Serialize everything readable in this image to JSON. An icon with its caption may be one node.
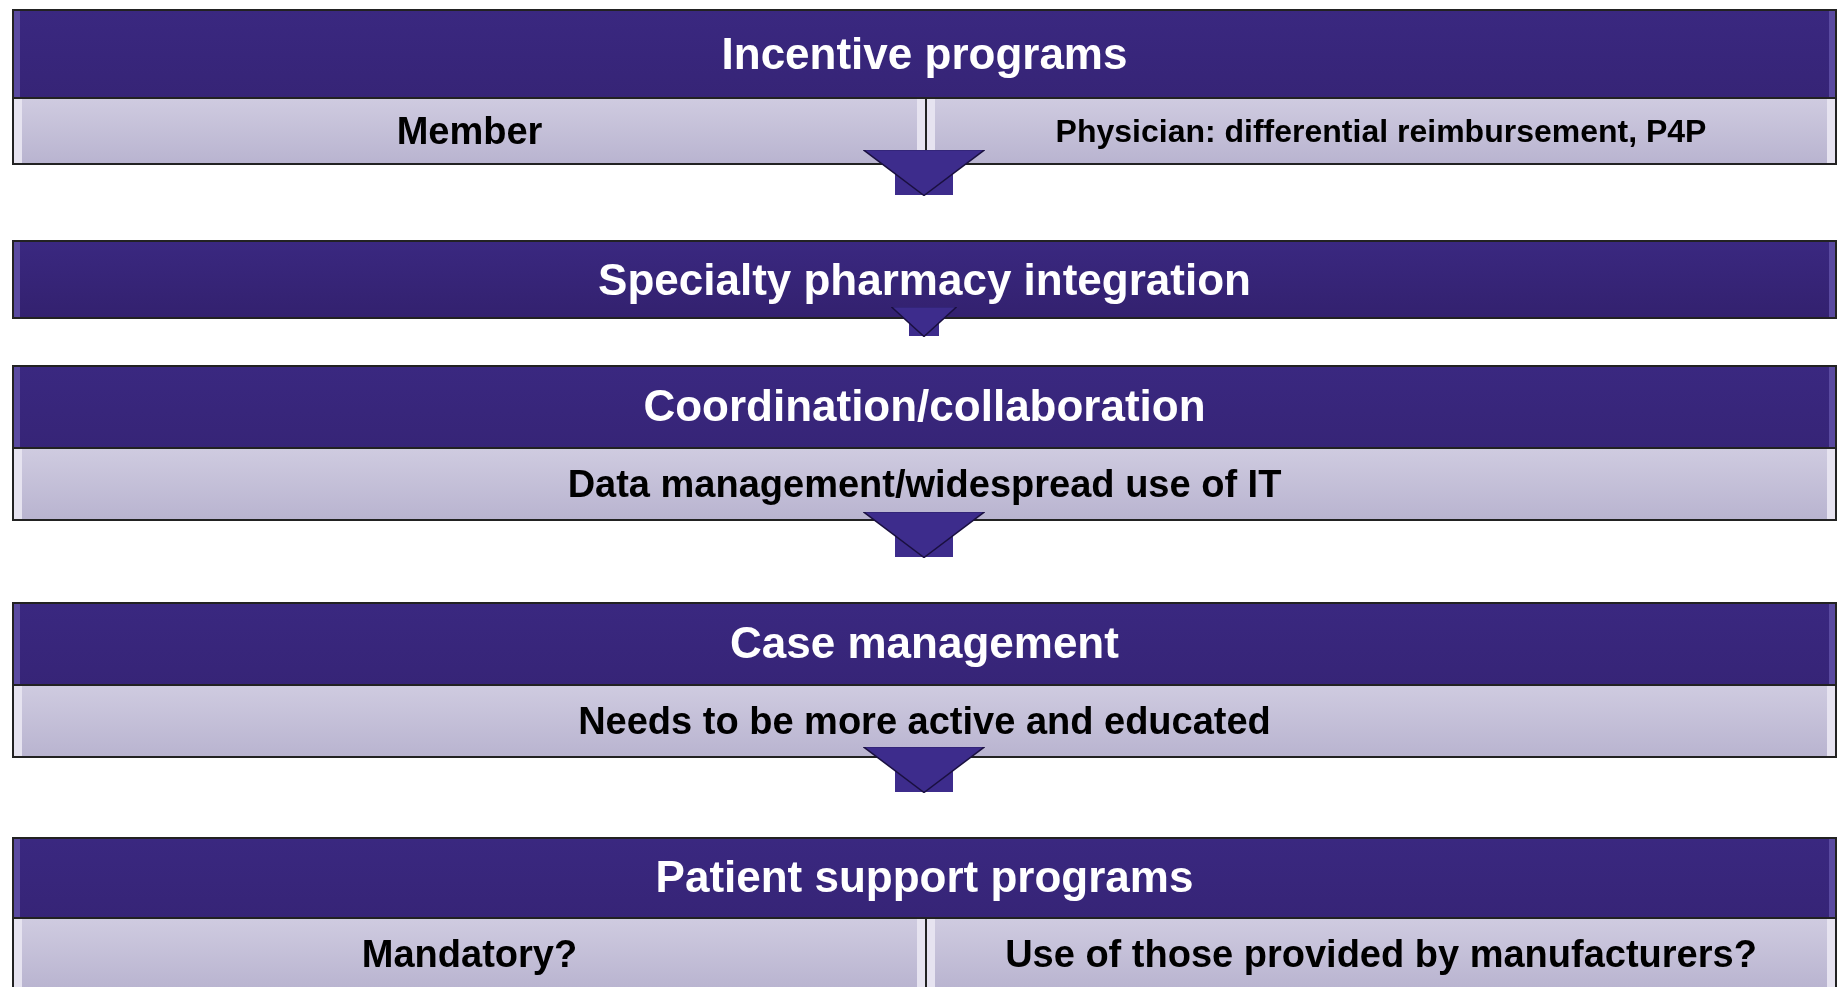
{
  "diagram": {
    "nodes": [
      {
        "text": [
          "Incentive programs"
        ]
      },
      {
        "text": [
          "Member"
        ],
        "in": 0
      },
      {
        "text": [
          "Physician: differential reimbursement, P4P"
        ],
        "in": 0
      },
      {
        "text": [
          "Specialty pharmacy integration"
        ]
      },
      {
        "text": [
          "Coordination/collaboration"
        ]
      },
      {
        "text": [
          "Data management/widespread use of IT"
        ],
        "in": 4
      },
      {
        "text": [
          "Case management"
        ]
      },
      {
        "text": [
          "Needs to be more active and educated"
        ],
        "in": 6
      },
      {
        "text": [
          "Patient support programs"
        ]
      },
      {
        "text": [
          "Mandatory?"
        ],
        "in": 8
      },
      {
        "text": [
          "Use of those provided by manufacturers?"
        ],
        "in": 8
      }
    ],
    "edges": [
      {
        "from": 0,
        "to": 3,
        "arrow": "to"
      },
      {
        "from": 3,
        "to": 4,
        "arrow": "to"
      },
      {
        "from": 4,
        "to": 6,
        "arrow": "to"
      },
      {
        "from": 6,
        "to": 8,
        "arrow": "to"
      }
    ]
  }
}
